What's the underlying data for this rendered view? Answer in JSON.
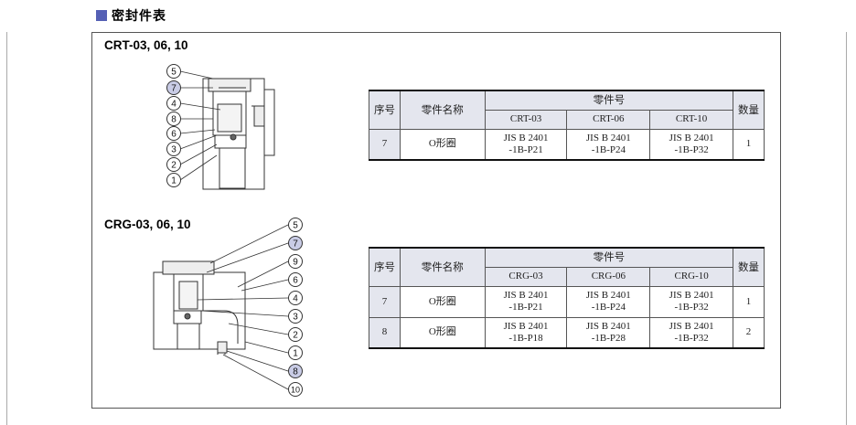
{
  "page_title": "密封件表",
  "sections": [
    {
      "title": "CRT-03, 06, 10",
      "callouts": [
        "5",
        "7",
        "4",
        "8",
        "6",
        "3",
        "2",
        "1"
      ],
      "table": {
        "col_seq": "序号",
        "col_name": "零件名称",
        "col_partno": "零件号",
        "col_qty": "数量",
        "models": [
          "CRT-03",
          "CRT-06",
          "CRT-10"
        ],
        "rows": [
          {
            "seq": "7",
            "name": "O形圈",
            "parts": [
              [
                "JIS B 2401",
                "-1B-P21"
              ],
              [
                "JIS B 2401",
                "-1B-P24"
              ],
              [
                "JIS B 2401",
                "-1B-P32"
              ]
            ],
            "qty": "1"
          }
        ]
      }
    },
    {
      "title": "CRG-03, 06, 10",
      "callouts": [
        "5",
        "7",
        "9",
        "6",
        "4",
        "3",
        "2",
        "1",
        "8",
        "10"
      ],
      "table": {
        "col_seq": "序号",
        "col_name": "零件名称",
        "col_partno": "零件号",
        "col_qty": "数量",
        "models": [
          "CRG-03",
          "CRG-06",
          "CRG-10"
        ],
        "rows": [
          {
            "seq": "7",
            "name": "O形圈",
            "parts": [
              [
                "JIS B 2401",
                "-1B-P21"
              ],
              [
                "JIS B 2401",
                "-1B-P24"
              ],
              [
                "JIS B 2401",
                "-1B-P32"
              ]
            ],
            "qty": "1"
          },
          {
            "seq": "8",
            "name": "O形圈",
            "parts": [
              [
                "JIS B 2401",
                "-1B-P18"
              ],
              [
                "JIS B 2401",
                "-1B-P28"
              ],
              [
                "JIS B 2401",
                "-1B-P32"
              ]
            ],
            "qty": "2"
          }
        ]
      }
    }
  ],
  "colors": {
    "header_square": "#5560b5",
    "highlight_callout": "#c9cce6",
    "table_header_bg": "#e4e6ee"
  }
}
